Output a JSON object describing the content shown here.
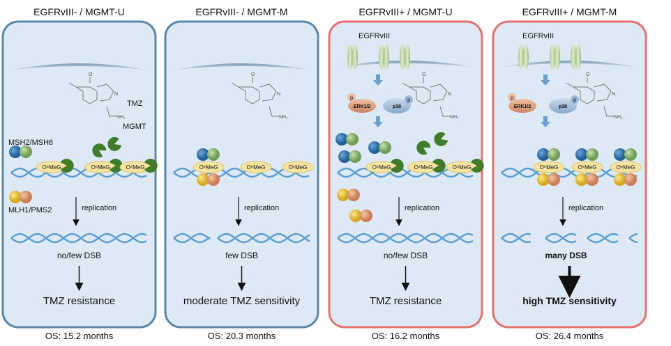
{
  "colors": {
    "blue_border": "#5b87ad",
    "red_border": "#e8716b",
    "panel_fill": "#dde9f5",
    "dna": "#5d9fd3",
    "mgmt": "#3f7d2a",
    "oval": "#f6e3a0"
  },
  "labels": {
    "tmz": "TMZ",
    "mgmt": "MGMT",
    "msh": "MSH2/MSH6",
    "mlh": "MLH1/PMS2",
    "egfr": "EGFRvIII",
    "erk": "ERK1/2",
    "p38": "p38",
    "p": "p",
    "o6meg": "O⁶MeG",
    "replication": "replication",
    "o": "O",
    "n": "N",
    "nh2": "NH₂"
  },
  "panels": [
    {
      "title": "EGFRvIII- / MGMT-U",
      "dsb": "no/few DSB",
      "outcome": "TMZ resistance",
      "os": "OS: 15.2 months",
      "border": "blue"
    },
    {
      "title": "EGFRvIII- / MGMT-M",
      "dsb": "few DSB",
      "outcome": "moderate TMZ sensitivity",
      "os": "OS: 20.3 months",
      "border": "blue"
    },
    {
      "title": "EGFRvIII+ / MGMT-U",
      "dsb": "no/few DSB",
      "outcome": "TMZ resistance",
      "os": "OS: 16.2 months",
      "border": "red"
    },
    {
      "title": "EGFRvIII+ / MGMT-M",
      "dsb": "many DSB",
      "outcome": "high TMZ sensitivity",
      "os": "OS: 26.4 months",
      "border": "red"
    }
  ]
}
